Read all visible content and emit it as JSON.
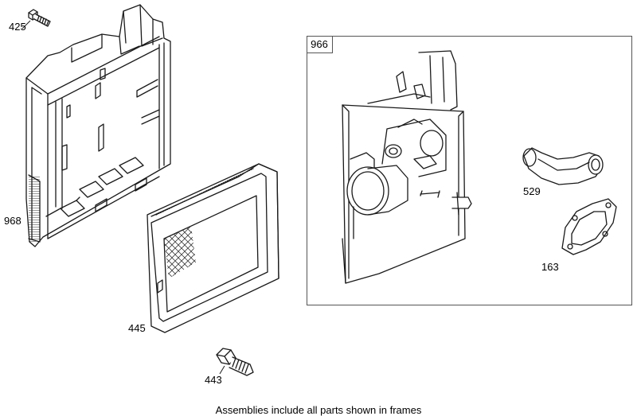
{
  "diagram": {
    "frame": {
      "label": "966"
    },
    "parts": [
      {
        "id": "p425",
        "label": "425",
        "icon": "screw-icon"
      },
      {
        "id": "p968",
        "label": "968",
        "icon": "air-cleaner-base-icon"
      },
      {
        "id": "p445",
        "label": "445",
        "icon": "air-filter-icon"
      },
      {
        "id": "p443",
        "label": "443",
        "icon": "screw-icon"
      },
      {
        "id": "p529",
        "label": "529",
        "icon": "breather-tube-icon"
      },
      {
        "id": "p163",
        "label": "163",
        "icon": "gasket-icon"
      }
    ],
    "caption": "Assemblies include all parts shown in frames"
  }
}
